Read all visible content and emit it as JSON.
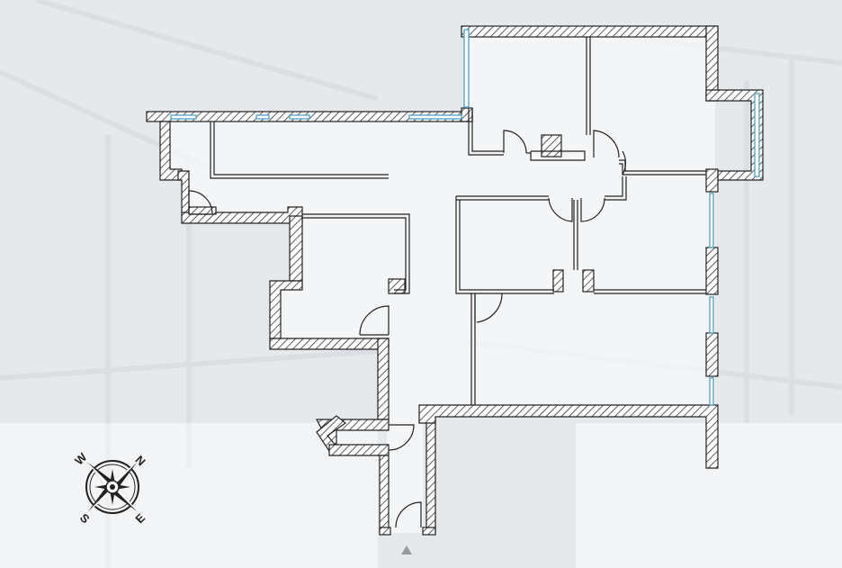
{
  "compass": {
    "north": "N",
    "east": "E",
    "south": "S",
    "west": "W"
  },
  "colors": {
    "wall_stroke": "#222222",
    "hatch": "#333333",
    "window": "#5aa7c9",
    "background": "#e9ecef",
    "entrance_marker": "#9a9a9a"
  },
  "icons": {
    "compass": "compass-rose-icon",
    "entrance": "entrance-arrow-icon"
  }
}
